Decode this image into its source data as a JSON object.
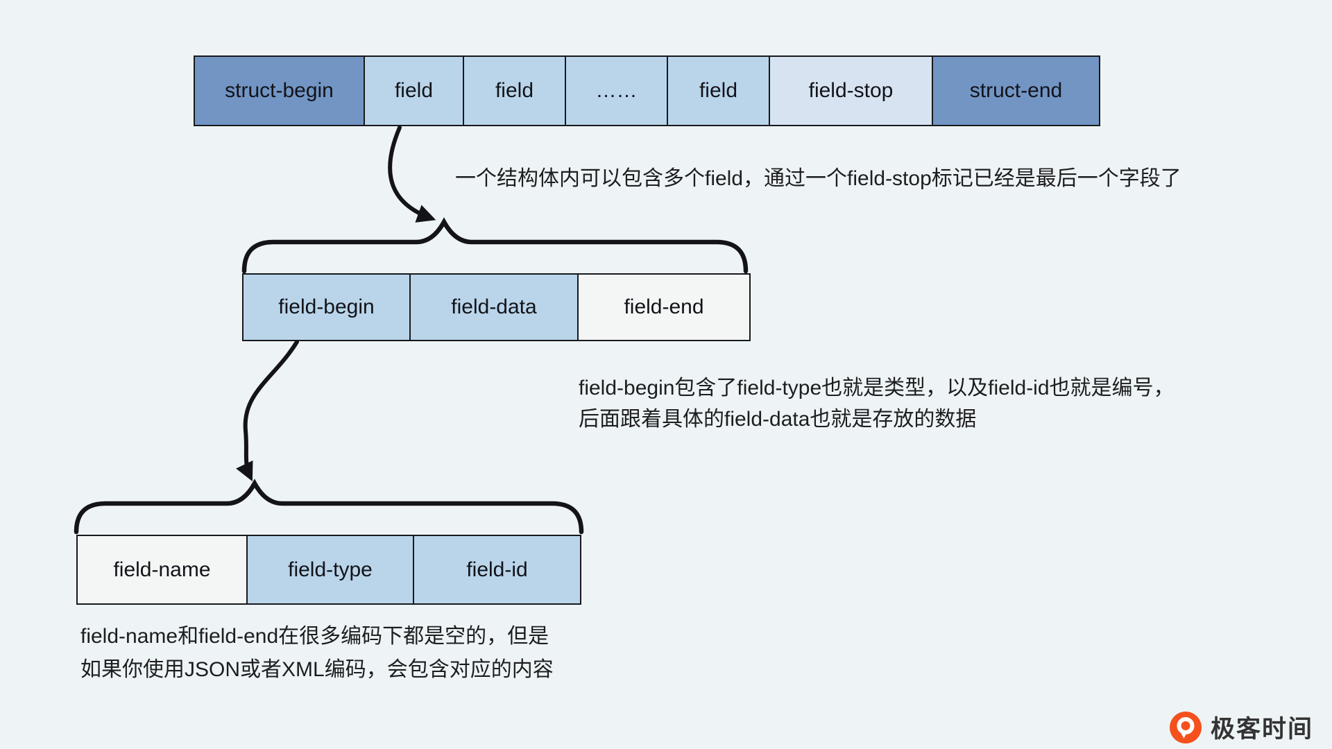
{
  "diagram": {
    "struct_row": {
      "cells": [
        {
          "label": "struct-begin",
          "tone": "dark"
        },
        {
          "label": "field",
          "tone": "light"
        },
        {
          "label": "field",
          "tone": "light"
        },
        {
          "label": "……",
          "tone": "light"
        },
        {
          "label": "field",
          "tone": "light"
        },
        {
          "label": "field-stop",
          "tone": "pale"
        },
        {
          "label": "struct-end",
          "tone": "dark"
        }
      ]
    },
    "field_row": {
      "cells": [
        {
          "label": "field-begin",
          "tone": "light"
        },
        {
          "label": "field-data",
          "tone": "light"
        },
        {
          "label": "field-end",
          "tone": "white"
        }
      ]
    },
    "field_begin_row": {
      "cells": [
        {
          "label": "field-name",
          "tone": "white"
        },
        {
          "label": "field-type",
          "tone": "light"
        },
        {
          "label": "field-id",
          "tone": "light"
        }
      ]
    },
    "annotations": {
      "struct_note": "一个结构体内可以包含多个field，通过一个field-stop标记已经是最后一个字段了",
      "field_note_line1": "field-begin包含了field-type也就是类型，以及field-id也就是编号，",
      "field_note_line2": "后面跟着具体的field-data也就是存放的数据",
      "name_note_line1": "field-name和field-end在很多编码下都是空的，但是",
      "name_note_line2": "如果你使用JSON或者XML编码，会包含对应的内容"
    }
  },
  "logo": {
    "text": "极客时间"
  },
  "colors": {
    "background": "#eef4f6",
    "cell_dark_blue": "#7295c4",
    "cell_light_blue": "#bad5ea",
    "cell_pale_blue": "#d7e3f1",
    "cell_white": "#f4f6f5",
    "stroke_black": "#17181c",
    "logo_orange": "#f4511e",
    "logo_text_gray": "#333333"
  }
}
